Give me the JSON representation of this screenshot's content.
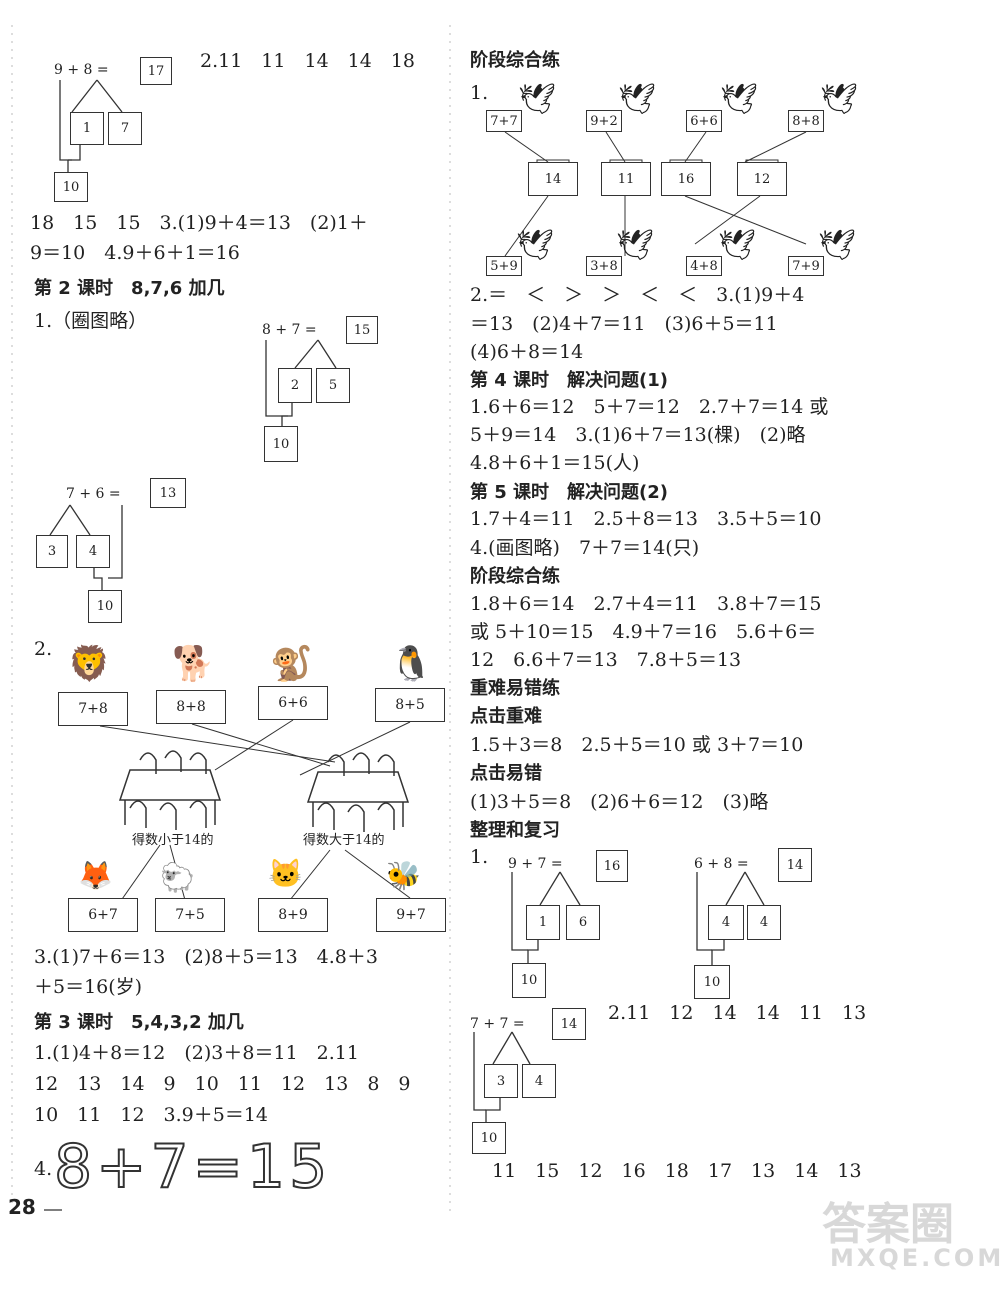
{
  "left": {
    "d1_eq": "9 + 8 =",
    "d1_r": "17",
    "d1_a": "1",
    "d1_b": "7",
    "d1_c": "10",
    "p1": "2.11　11　14　14　18",
    "p2": "18　15　15　3.(1)9＋4＝13　(2)1＋",
    "p3": "9＝10　4.9＋6＋1＝16",
    "lesson2": "第 2 课时　8,7,6 加几",
    "l2q1": "1.（圈图略）",
    "d2_eq": "8 + 7 =",
    "d2_r": "15",
    "d2_a": "2",
    "d2_b": "5",
    "d2_c": "10",
    "d3_eq": "7 + 6 =",
    "d3_r": "13",
    "d3_a": "3",
    "d3_b": "4",
    "d3_c": "10",
    "q2": "2.",
    "top_cards": [
      "7+8",
      "8+8",
      "6+6",
      "8+5"
    ],
    "label_less": "得数小于14的",
    "label_more": "得数大于14的",
    "bottom_cards": [
      "6+7",
      "7+5",
      "8+9",
      "9+7"
    ],
    "p4": "3.(1)7＋6＝13　(2)8＋5＝13　4.8＋3",
    "p5": "＋5＝16(岁)",
    "lesson3": "第 3 课时　5,4,3,2 加几",
    "p6": "1.(1)4＋8＝12　(2)3＋8＝11　2.11",
    "p7": "12　13　14　9　10　11　12　13　8　9",
    "p8": "10　11　12　3.9＋5＝14",
    "q4": "4.",
    "matchstick": "8+7=15",
    "page_no": "28"
  },
  "right": {
    "s1": "阶段综合练",
    "q1": "1.",
    "top_cards": [
      "7+7",
      "9+2",
      "6+6",
      "8+8"
    ],
    "mail_boxes": [
      "14",
      "11",
      "16",
      "12"
    ],
    "bottom_cards": [
      "5+9",
      "3+8",
      "4+8",
      "7+9"
    ],
    "r1": "2.＝　＜　＞　＞　＜　＜　3.(1)9＋4",
    "r2": "＝13　(2)4＋7＝11　(3)6＋5＝11",
    "r3": "(4)6＋8＝14",
    "lesson4": "第 4 课时　解决问题(1)",
    "r4": "1.6＋6＝12　5＋7＝12　2.7＋7＝14 或",
    "r5": "5＋9＝14　3.(1)6＋7＝13(棵)　(2)略",
    "r6": "4.8＋6＋1＝15(人)",
    "lesson5": "第 5 课时　解决问题(2)",
    "r7": "1.7＋4＝11　2.5＋8＝13　3.5＋5＝10",
    "r8": "4.(画图略)　7＋7＝14(只)",
    "s2": "阶段综合练",
    "r9": "1.8＋6＝14　2.7＋4＝11　3.8＋7＝15",
    "r10": "或 5＋10＝15　4.9＋7＝16　5.6＋6＝",
    "r11": "12　6.6＋7＝13　7.8＋5＝13",
    "s3": "重难易错练",
    "s4": "点击重难",
    "r12": "1.5＋3＝8　2.5＋5＝10 或 3＋7＝10",
    "s5": "点击易错",
    "r13": "(1)3＋5＝8　(2)6＋6＝12　(3)略",
    "s6": "整理和复习",
    "q1b": "1.",
    "d4_eq": "9 + 7 =",
    "d4_r": "16",
    "d4_a": "1",
    "d4_b": "6",
    "d4_c": "10",
    "d5_eq": "6 + 8 =",
    "d5_r": "14",
    "d5_a": "4",
    "d5_b": "4",
    "d5_c": "10",
    "d6_eq": "7 + 7 =",
    "d6_r": "14",
    "d6_a": "3",
    "d6_b": "4",
    "d6_c": "10",
    "r14": "2.11　12　14　14　11　13",
    "r15": "11　15　12　16　18　17　13　14　13"
  },
  "watermark": {
    "top": "答案圈",
    "bottom": "MXQE.COM"
  }
}
